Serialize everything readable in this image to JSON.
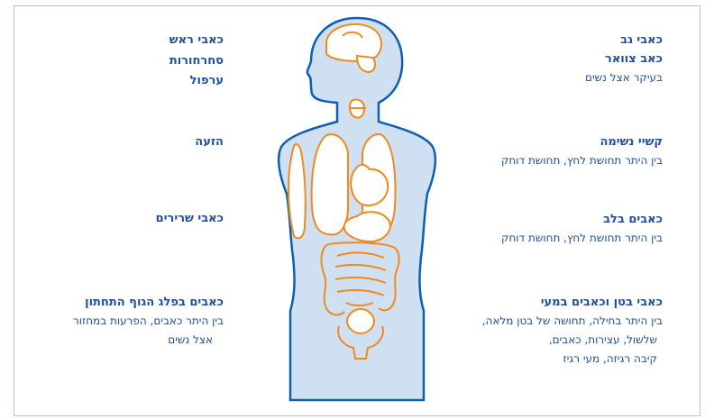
{
  "colors": {
    "body_fill": "#cfe0f3",
    "body_outline": "#0d5fb4",
    "organ_outline": "#f08a1c",
    "organ_fill": "#ffffff",
    "text": "#1f4fa0"
  },
  "left_column": {
    "headache": "כאבי ראש",
    "dizziness": "סחרחורות",
    "drowsiness": "ערפול",
    "sweating": "הזעה",
    "muscle_pain": "כאבי שרירים",
    "pelvic_title": "כאבים בפלג הגוף התחתון",
    "pelvic_line1": "בין היתר כאבים, הפרעות במחזור",
    "pelvic_line2": "אצל נשים"
  },
  "right_column": {
    "back_pain": "כאבי גב",
    "neck_pain": "כאב צוואר",
    "neck_sub": "בעיקר אצל נשים",
    "breathing_title": "קשיי נשימה",
    "breathing_sub": "בין היתר תחושת לחץ, תחושת דוחק",
    "heart_title": "כאבים בלב",
    "heart_sub": "בין היתר תחושת לחץ, תחושת דוחק",
    "gut_title": "כאבי בטן וכאבים במעי",
    "gut_line1": "בין היתר בחילה, תחושה של בטן מלאה,",
    "gut_line2": "שלשול, עצירות, כאבים,",
    "gut_line3": "קיבה רגיזה, מעי רגיז"
  }
}
